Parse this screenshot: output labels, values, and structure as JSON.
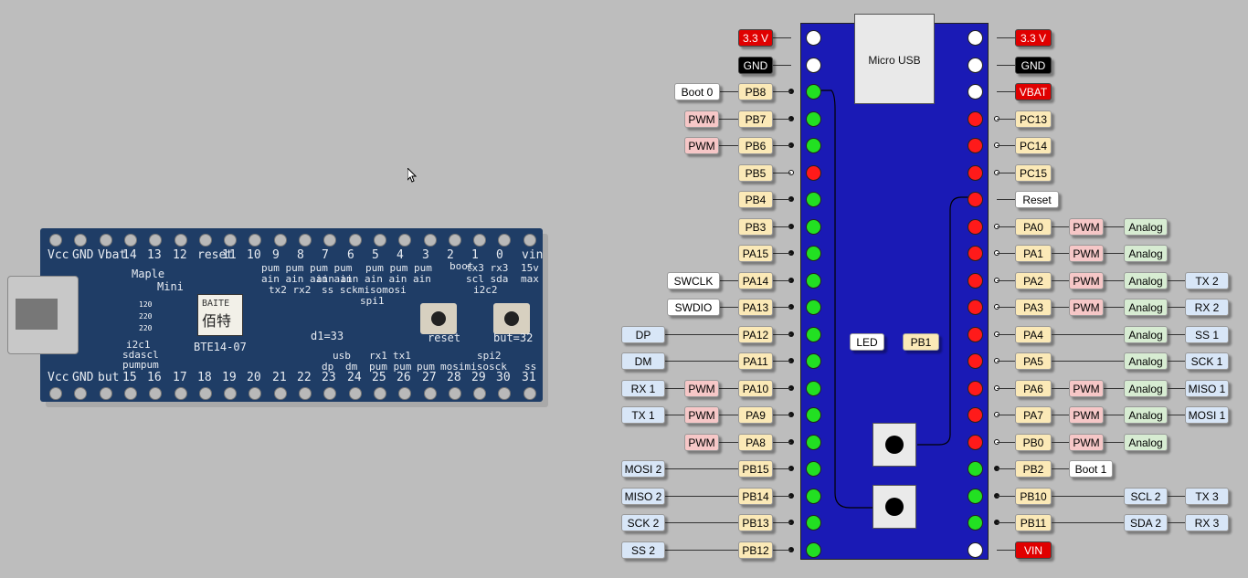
{
  "colors": {
    "pin_green": "#22e022",
    "pin_red": "#ff1a1a",
    "pin_white": "#ffffff",
    "pcb": "#1a1ab5",
    "label": {
      "port": "#fbe9b7",
      "power": "#e00000",
      "ground": "#000000",
      "white": "#ffffff",
      "pwm": "#f6c7c7",
      "analog": "#d7ecd2",
      "periph": "#d8e6f7"
    }
  },
  "photo": {
    "top_pins": [
      "Vcc",
      "GND",
      "Vbat",
      "14",
      "13",
      "12",
      "reset",
      "11",
      "10",
      "9",
      "8",
      "7",
      "6",
      "5",
      "4",
      "3",
      "2",
      "1",
      "0",
      "vin"
    ],
    "top_sub": [
      "pum pum pum pum",
      "ain ain ain ain",
      "tx2 rx2",
      "pum pum pum",
      "ain ain ain ain ain",
      "ss sckmisomosi",
      "spi1",
      "tx3 rx3",
      "scl sda",
      "i2c2",
      "max",
      "15v",
      "boot"
    ],
    "board_name": "Maple",
    "board_sub": "Mini",
    "sticker_text": "BAITE",
    "sticker_cn": "佰特",
    "model": "BTE14-07",
    "led_text": "d1=33",
    "reset_text": "reset",
    "but_text": "but=32",
    "left_sub": [
      "i2c1",
      "sdascl",
      "pumpum"
    ],
    "bottom_sub": [
      "usb",
      "dp",
      "dm",
      "rx1",
      "tx1",
      "pum pum",
      "pum",
      "spi2",
      "mosimisosck",
      "ss"
    ],
    "bottom_pins": [
      "Vcc",
      "GND",
      "but",
      "15",
      "16",
      "17",
      "18",
      "19",
      "20",
      "21",
      "22",
      "23",
      "24",
      "25",
      "26",
      "27",
      "28",
      "29",
      "30",
      "31"
    ],
    "resistors": [
      "120",
      "220",
      "220"
    ]
  },
  "usb": {
    "label": "Micro USB"
  },
  "onboard": {
    "led": "LED",
    "led_pin": "PB1"
  },
  "left_rows": [
    {
      "pin": "3.3 V",
      "pin_kind": "power",
      "extras": [],
      "color": "white",
      "marker": "none"
    },
    {
      "pin": "GND",
      "pin_kind": "ground",
      "extras": [],
      "color": "white",
      "marker": "none"
    },
    {
      "pin": "PB8",
      "pin_kind": "port",
      "extras": [
        {
          "t": "Boot 0",
          "k": "white"
        }
      ],
      "color": "green",
      "marker": "dot"
    },
    {
      "pin": "PB7",
      "pin_kind": "port",
      "extras": [
        {
          "t": "PWM",
          "k": "pwm"
        }
      ],
      "color": "green",
      "marker": "dot"
    },
    {
      "pin": "PB6",
      "pin_kind": "port",
      "extras": [
        {
          "t": "PWM",
          "k": "pwm"
        }
      ],
      "color": "green",
      "marker": "dot"
    },
    {
      "pin": "PB5",
      "pin_kind": "port",
      "extras": [],
      "color": "red",
      "marker": "hollow"
    },
    {
      "pin": "PB4",
      "pin_kind": "port",
      "extras": [],
      "color": "green",
      "marker": "dot"
    },
    {
      "pin": "PB3",
      "pin_kind": "port",
      "extras": [],
      "color": "green",
      "marker": "dot"
    },
    {
      "pin": "PA15",
      "pin_kind": "port",
      "extras": [],
      "color": "green",
      "marker": "dot"
    },
    {
      "pin": "PA14",
      "pin_kind": "port",
      "extras": [
        {
          "t": "SWCLK",
          "k": "white"
        }
      ],
      "color": "green",
      "marker": "dot"
    },
    {
      "pin": "PA13",
      "pin_kind": "port",
      "extras": [
        {
          "t": "SWDIO",
          "k": "white"
        }
      ],
      "color": "green",
      "marker": "dot"
    },
    {
      "pin": "PA12",
      "pin_kind": "port",
      "extras": [
        {
          "t": "DP",
          "k": "periph"
        }
      ],
      "color": "green",
      "marker": "dot"
    },
    {
      "pin": "PA11",
      "pin_kind": "port",
      "extras": [
        {
          "t": "DM",
          "k": "periph"
        }
      ],
      "color": "green",
      "marker": "dot"
    },
    {
      "pin": "PA10",
      "pin_kind": "port",
      "extras": [
        {
          "t": "PWM",
          "k": "pwm"
        },
        {
          "t": "RX 1",
          "k": "periph"
        }
      ],
      "color": "green",
      "marker": "dot"
    },
    {
      "pin": "PA9",
      "pin_kind": "port",
      "extras": [
        {
          "t": "PWM",
          "k": "pwm"
        },
        {
          "t": "TX 1",
          "k": "periph"
        }
      ],
      "color": "green",
      "marker": "dot"
    },
    {
      "pin": "PA8",
      "pin_kind": "port",
      "extras": [
        {
          "t": "PWM",
          "k": "pwm"
        }
      ],
      "color": "green",
      "marker": "dot"
    },
    {
      "pin": "PB15",
      "pin_kind": "port",
      "extras": [
        {
          "t": "MOSI 2",
          "k": "periph"
        }
      ],
      "color": "green",
      "marker": "dot"
    },
    {
      "pin": "PB14",
      "pin_kind": "port",
      "extras": [
        {
          "t": "MISO 2",
          "k": "periph"
        }
      ],
      "color": "green",
      "marker": "dot"
    },
    {
      "pin": "PB13",
      "pin_kind": "port",
      "extras": [
        {
          "t": "SCK 2",
          "k": "periph"
        }
      ],
      "color": "green",
      "marker": "dot"
    },
    {
      "pin": "PB12",
      "pin_kind": "port",
      "extras": [
        {
          "t": "SS 2",
          "k": "periph"
        }
      ],
      "color": "green",
      "marker": "dot"
    }
  ],
  "right_rows": [
    {
      "pin": "3.3 V",
      "pin_kind": "power",
      "extras": [],
      "color": "white",
      "marker": "none"
    },
    {
      "pin": "GND",
      "pin_kind": "ground",
      "extras": [],
      "color": "white",
      "marker": "none"
    },
    {
      "pin": "VBAT",
      "pin_kind": "power",
      "extras": [],
      "color": "white",
      "marker": "none"
    },
    {
      "pin": "PC13",
      "pin_kind": "port",
      "extras": [],
      "color": "red",
      "marker": "hollow"
    },
    {
      "pin": "PC14",
      "pin_kind": "port",
      "extras": [],
      "color": "red",
      "marker": "hollow"
    },
    {
      "pin": "PC15",
      "pin_kind": "port",
      "extras": [],
      "color": "red",
      "marker": "hollow"
    },
    {
      "pin": "Reset",
      "pin_kind": "white",
      "extras": [],
      "color": "red",
      "marker": "none"
    },
    {
      "pin": "PA0",
      "pin_kind": "port",
      "extras": [
        {
          "t": "PWM",
          "k": "pwm"
        },
        {
          "t": "Analog",
          "k": "analog"
        }
      ],
      "color": "red",
      "marker": "hollow"
    },
    {
      "pin": "PA1",
      "pin_kind": "port",
      "extras": [
        {
          "t": "PWM",
          "k": "pwm"
        },
        {
          "t": "Analog",
          "k": "analog"
        }
      ],
      "color": "red",
      "marker": "hollow"
    },
    {
      "pin": "PA2",
      "pin_kind": "port",
      "extras": [
        {
          "t": "PWM",
          "k": "pwm"
        },
        {
          "t": "Analog",
          "k": "analog"
        },
        {
          "t": "TX 2",
          "k": "periph"
        }
      ],
      "color": "red",
      "marker": "hollow"
    },
    {
      "pin": "PA3",
      "pin_kind": "port",
      "extras": [
        {
          "t": "PWM",
          "k": "pwm"
        },
        {
          "t": "Analog",
          "k": "analog"
        },
        {
          "t": "RX 2",
          "k": "periph"
        }
      ],
      "color": "red",
      "marker": "hollow"
    },
    {
      "pin": "PA4",
      "pin_kind": "port",
      "extras": [
        {
          "t": "",
          "k": "none"
        },
        {
          "t": "Analog",
          "k": "analog"
        },
        {
          "t": "SS 1",
          "k": "periph"
        }
      ],
      "color": "red",
      "marker": "hollow"
    },
    {
      "pin": "PA5",
      "pin_kind": "port",
      "extras": [
        {
          "t": "",
          "k": "none"
        },
        {
          "t": "Analog",
          "k": "analog"
        },
        {
          "t": "SCK 1",
          "k": "periph"
        }
      ],
      "color": "red",
      "marker": "hollow"
    },
    {
      "pin": "PA6",
      "pin_kind": "port",
      "extras": [
        {
          "t": "PWM",
          "k": "pwm"
        },
        {
          "t": "Analog",
          "k": "analog"
        },
        {
          "t": "MISO 1",
          "k": "periph"
        }
      ],
      "color": "red",
      "marker": "hollow"
    },
    {
      "pin": "PA7",
      "pin_kind": "port",
      "extras": [
        {
          "t": "PWM",
          "k": "pwm"
        },
        {
          "t": "Analog",
          "k": "analog"
        },
        {
          "t": "MOSI 1",
          "k": "periph"
        }
      ],
      "color": "red",
      "marker": "hollow"
    },
    {
      "pin": "PB0",
      "pin_kind": "port",
      "extras": [
        {
          "t": "PWM",
          "k": "pwm"
        },
        {
          "t": "Analog",
          "k": "analog"
        }
      ],
      "color": "red",
      "marker": "hollow"
    },
    {
      "pin": "PB2",
      "pin_kind": "port",
      "extras": [
        {
          "t": "Boot 1",
          "k": "white"
        }
      ],
      "color": "green",
      "marker": "dot"
    },
    {
      "pin": "PB10",
      "pin_kind": "port",
      "extras": [
        {
          "t": "",
          "k": "none"
        },
        {
          "t": "SCL 2",
          "k": "periph"
        },
        {
          "t": "TX 3",
          "k": "periph"
        }
      ],
      "color": "green",
      "marker": "dot"
    },
    {
      "pin": "PB11",
      "pin_kind": "port",
      "extras": [
        {
          "t": "",
          "k": "none"
        },
        {
          "t": "SDA 2",
          "k": "periph"
        },
        {
          "t": "RX 3",
          "k": "periph"
        }
      ],
      "color": "green",
      "marker": "dot"
    },
    {
      "pin": "VIN",
      "pin_kind": "power",
      "extras": [],
      "color": "white",
      "marker": "none"
    }
  ]
}
